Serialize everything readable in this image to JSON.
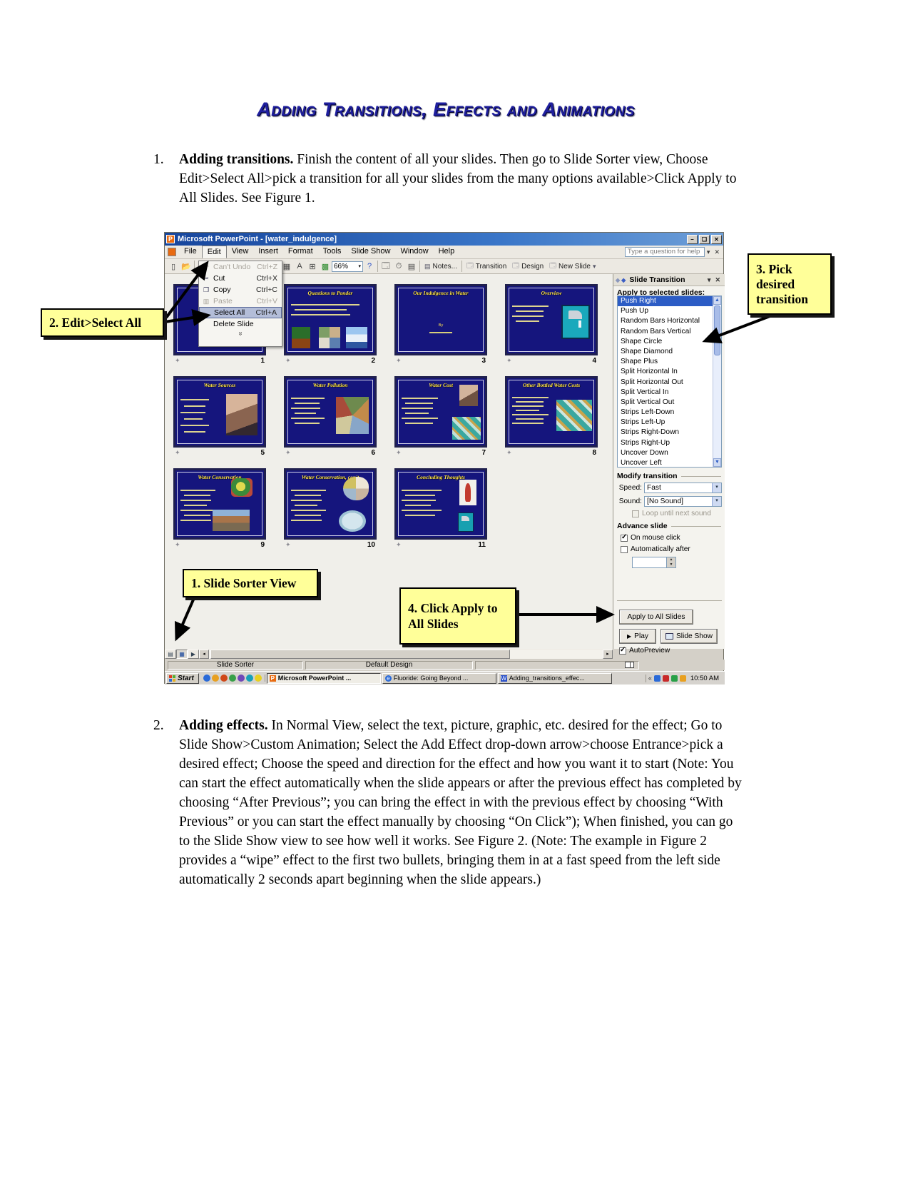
{
  "colors": {
    "title_navy": "#1f1f9e",
    "callout_yellow": "#ffff99",
    "slide_navy": "#15157d",
    "selection_blue": "#2c5cc5"
  },
  "doc": {
    "title": "Adding Transitions, Effects and Animations",
    "item1_number": "1.",
    "item1_bold": "Adding transitions.",
    "item1_text": " Finish the content of all your slides. Then go to Slide Sorter view, Choose Edit>Select All>pick a transition for all your slides from the many options available>Click Apply to All Slides. See Figure 1.",
    "item2_number": "2.",
    "item2_bold": "Adding effects.",
    "item2_text": " In Normal View, select the text, picture, graphic, etc. desired for the effect; Go to Slide Show>Custom Animation; Select the Add Effect drop-down arrow>choose Entrance>pick a desired effect; Choose the speed and direction for the effect and how you want it to start (Note: You can start the effect automatically when the slide appears or after the previous effect has completed by choosing “After Previous”; you can bring the effect in with the previous effect by choosing “With Previous” or you can start the effect manually by choosing “On Click”); When finished, you can go to the Slide Show view to see how well it works. See Figure 2. (Note: The example in Figure 2 provides a “wipe” effect to the first two bullets, bringing them in at a fast speed from the left side automatically 2 seconds apart beginning when the slide appears.)"
  },
  "callouts": {
    "c1": "1. Slide Sorter View",
    "c2": "2. Edit>Select All",
    "c3_line1": "3. Pick",
    "c3_line2": "desired",
    "c3_line3": "transition",
    "c4_line1": "4. Click Apply to",
    "c4_line2": "All Slides"
  },
  "window": {
    "title": "Microsoft PowerPoint - [water_indulgence]",
    "app_initial": "P",
    "menus": [
      "File",
      "Edit",
      "View",
      "Insert",
      "Format",
      "Tools",
      "Slide Show",
      "Window",
      "Help"
    ],
    "question_box": "Type a question for help",
    "zoom_value": "66%",
    "toolbar_buttons": [
      "Notes...",
      "Transition",
      "Design",
      "New Slide"
    ],
    "edit_menu": [
      {
        "label": "Can't Undo",
        "shortcut": "Ctrl+Z",
        "disabled": true,
        "selected": false,
        "icon": "undo-icon"
      },
      {
        "label": "Cut",
        "shortcut": "Ctrl+X",
        "disabled": false,
        "selected": false,
        "icon": "scissors-icon"
      },
      {
        "label": "Copy",
        "shortcut": "Ctrl+C",
        "disabled": false,
        "selected": false,
        "icon": "copy-icon"
      },
      {
        "label": "Paste",
        "shortcut": "Ctrl+V",
        "disabled": true,
        "selected": false,
        "icon": "clipboard-icon"
      },
      {
        "label": "Select All",
        "shortcut": "Ctrl+A",
        "disabled": false,
        "selected": true,
        "icon": ""
      },
      {
        "label": "Delete Slide",
        "shortcut": "",
        "disabled": false,
        "selected": false,
        "icon": ""
      }
    ],
    "statusbar": [
      "Slide Sorter",
      "Default Design"
    ]
  },
  "slides": [
    {
      "n": "1",
      "title": "",
      "subtitle": "",
      "bullets": 0,
      "art": []
    },
    {
      "n": "2",
      "title": "Questions to Ponder",
      "subtitle": "",
      "bullets": 3,
      "art": [
        "forest-image",
        "people-collage-image",
        "waterfall-image"
      ]
    },
    {
      "n": "3",
      "title": "Our Indulgence in Water",
      "subtitle": "By",
      "bullets": 0,
      "art": []
    },
    {
      "n": "4",
      "title": "Overview",
      "subtitle": "",
      "bullets": 4,
      "art": [
        "faucet-clipart"
      ]
    },
    {
      "n": "5",
      "title": "Water Sources",
      "subtitle": "",
      "bullets": 6,
      "art": [
        "drinking-photo"
      ]
    },
    {
      "n": "6",
      "title": "Water Pollution",
      "subtitle": "",
      "bullets": 6,
      "art": [
        "trash-collage-image"
      ]
    },
    {
      "n": "7",
      "title": "Water Cost",
      "subtitle": "",
      "bullets": 6,
      "art": [
        "photo-small",
        "money-collage-image"
      ]
    },
    {
      "n": "8",
      "title": "Other Bottled Water Costs",
      "subtitle": "",
      "bullets": 7,
      "art": [
        "money-collage-image"
      ]
    },
    {
      "n": "9",
      "title": "Water Conservation",
      "subtitle": "",
      "bullets": 7,
      "art": [
        "recycle-clipart",
        "landfill-photo"
      ]
    },
    {
      "n": "10",
      "title": "Water Conservation, con't",
      "subtitle": "",
      "bullets": 7,
      "art": [
        "collage-clipart",
        "washing-clipart"
      ]
    },
    {
      "n": "11",
      "title": "Concluding Thoughts",
      "subtitle": "",
      "bullets": 6,
      "art": [
        "body-diagram-image",
        "faucet-clipart"
      ]
    }
  ],
  "pane": {
    "title": "Slide Transition",
    "apply_label": "Apply to selected slides:",
    "transitions": [
      "Push Right",
      "Push Up",
      "Random Bars Horizontal",
      "Random Bars Vertical",
      "Shape Circle",
      "Shape Diamond",
      "Shape Plus",
      "Split Horizontal In",
      "Split Horizontal Out",
      "Split Vertical In",
      "Split Vertical Out",
      "Strips Left-Down",
      "Strips Left-Up",
      "Strips Right-Down",
      "Strips Right-Up",
      "Uncover Down",
      "Uncover Left"
    ],
    "selected_transition": "Push Right",
    "modify_header": "Modify transition",
    "speed_label": "Speed:",
    "speed_value": "Fast",
    "sound_label": "Sound:",
    "sound_value": "[No Sound]",
    "loop_label": "Loop until next sound",
    "advance_header": "Advance slide",
    "on_click_label": "On mouse click",
    "auto_label": "Automatically after",
    "apply_all_label": "Apply to All Slides",
    "play_label": "Play",
    "slideshow_label": "Slide Show",
    "autopreview_label": "AutoPreview"
  },
  "taskbar": {
    "start_label": "Start",
    "tasks": [
      {
        "label": "Microsoft PowerPoint ...",
        "icon": "powerpoint-icon",
        "initial": "P",
        "active": true
      },
      {
        "label": "Fluoride: Going Beyond ...",
        "icon": "ie-icon",
        "initial": "e",
        "active": false
      },
      {
        "label": "Adding_transitions_effec...",
        "icon": "word-icon",
        "initial": "W",
        "active": false
      }
    ],
    "clock": "10:50 AM"
  },
  "icons": {
    "minimize": "–",
    "maximize": "❏",
    "close": "✕",
    "dropdown": "▾",
    "up": "▴",
    "down": "▾",
    "left": "◂",
    "right": "▸",
    "play": "▶",
    "chevron_more": "»",
    "guillemet": "«"
  }
}
